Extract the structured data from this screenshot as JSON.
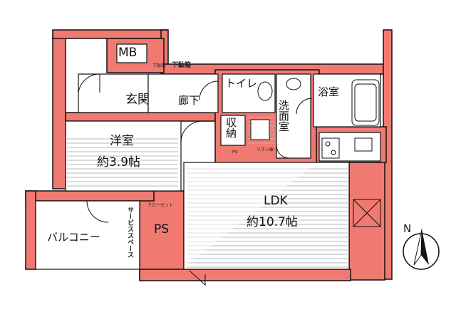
{
  "colors": {
    "wall": "#f07a72",
    "floor": "#ffffff",
    "hatch": "#b5b5b5",
    "line": "#111111"
  },
  "rooms": {
    "mb": "MB",
    "shoe_box_1": "下駄箱",
    "shoe_box_2": "下駄箱",
    "entrance": "玄関",
    "hallway": "廊下",
    "toilet": "トイレ",
    "washroom": "洗面室",
    "bathroom": "浴室",
    "storage": "収納",
    "ps_small": "PS",
    "linen": "リネン庫",
    "western_room": "洋室",
    "western_room_size": "約3.9帖",
    "closet": "クローゼット",
    "ps": "PS",
    "service_space": "サービススペース",
    "balcony": "バルコニー",
    "ldk": "LDK",
    "ldk_size": "約10.7帖"
  },
  "compass": {
    "label": "N",
    "icon": "compass-icon"
  }
}
